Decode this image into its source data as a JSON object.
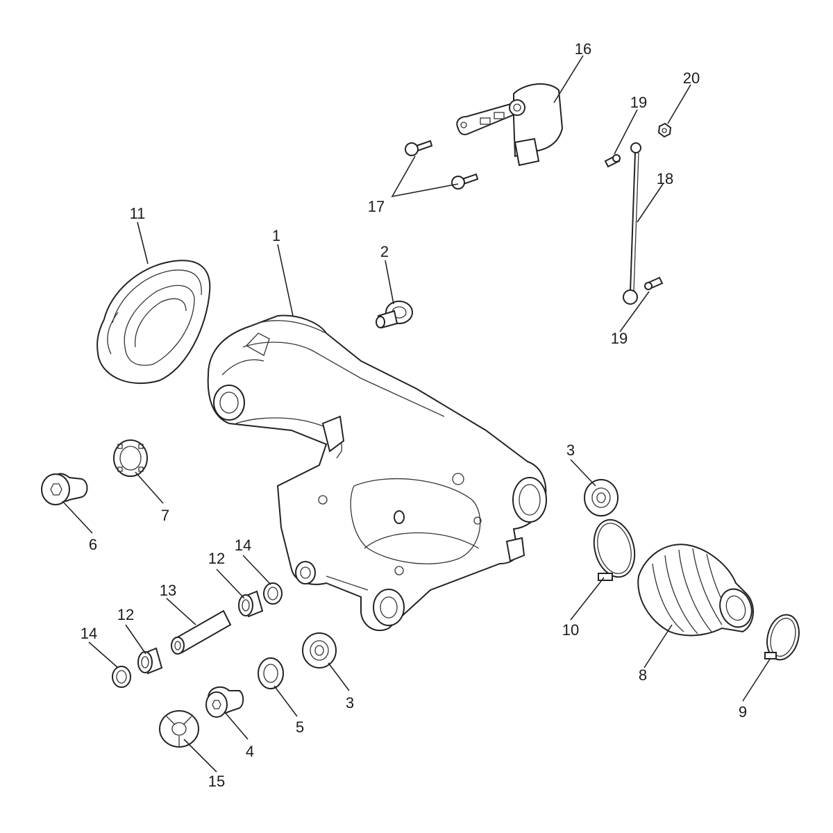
{
  "callouts": [
    {
      "id": "c1",
      "label": "1"
    },
    {
      "id": "c2",
      "label": "2"
    },
    {
      "id": "c3a",
      "label": "3"
    },
    {
      "id": "c3b",
      "label": "3"
    },
    {
      "id": "c4",
      "label": "4"
    },
    {
      "id": "c5",
      "label": "5"
    },
    {
      "id": "c6",
      "label": "6"
    },
    {
      "id": "c7",
      "label": "7"
    },
    {
      "id": "c8",
      "label": "8"
    },
    {
      "id": "c9",
      "label": "9"
    },
    {
      "id": "c10",
      "label": "10"
    },
    {
      "id": "c11",
      "label": "11"
    },
    {
      "id": "c12a",
      "label": "12"
    },
    {
      "id": "c12b",
      "label": "12"
    },
    {
      "id": "c13",
      "label": "13"
    },
    {
      "id": "c14a",
      "label": "14"
    },
    {
      "id": "c14b",
      "label": "14"
    },
    {
      "id": "c15",
      "label": "15"
    },
    {
      "id": "c16",
      "label": "16"
    },
    {
      "id": "c17",
      "label": "17"
    },
    {
      "id": "c18",
      "label": "18"
    },
    {
      "id": "c19a",
      "label": "19"
    },
    {
      "id": "c19b",
      "label": "19"
    },
    {
      "id": "c20",
      "label": "20"
    }
  ]
}
